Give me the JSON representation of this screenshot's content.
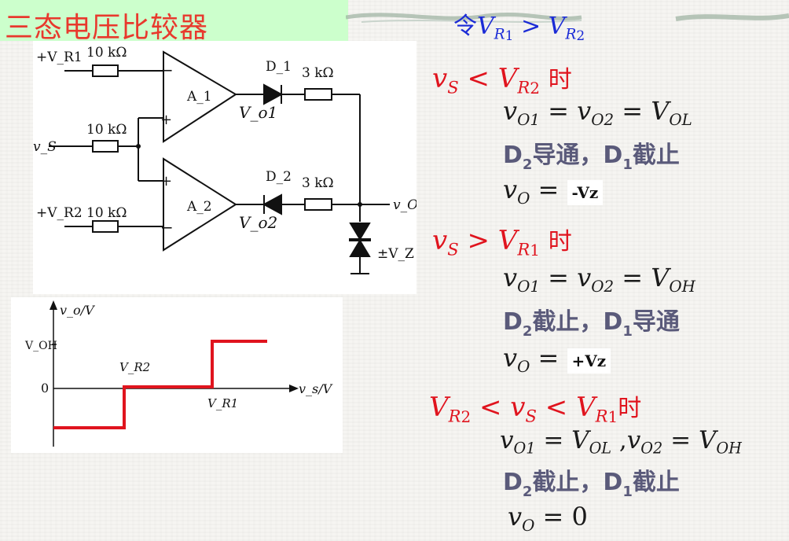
{
  "title": "三态电压比较器",
  "condition": "令V_R1 > V_R2",
  "circuit": {
    "vr1_label": "+V_R1",
    "vr2_label": "+V_R2",
    "vs_label": "v_S",
    "r_in1": "10 kΩ",
    "r_in2": "10 kΩ",
    "r_in3": "10 kΩ",
    "d1": "D_1",
    "d2": "D_2",
    "r_out1": "3 kΩ",
    "r_out2": "3 kΩ",
    "a1": "A_1",
    "a2": "A_2",
    "vo1": "V_o1",
    "vo2": "V_o2",
    "vo": "v_O",
    "vz": "±V_Z"
  },
  "graph": {
    "ylabel": "v_o/V",
    "xlabel": "v_s/V",
    "voh": "V_OH",
    "zero": "0",
    "vr2": "V_R2",
    "vr1": "V_R1"
  },
  "cases": [
    {
      "condition": "v_S < V_R2 时",
      "line1": "v_O1 = v_O2 = V_OL",
      "line2": "D2导通，D1截止",
      "output_prefix": "v_O =",
      "output_value": "-Vz"
    },
    {
      "condition": "v_S > V_R1 时",
      "line1": "v_O1 = v_O2 = V_OH",
      "line2": "D2截止，D1导通",
      "output_prefix": "v_O =",
      "output_value": "+Vz"
    },
    {
      "condition": "V_R2 < v_S < V_R1时",
      "line1": "v_O1 = V_OL ,v_O2 = V_OH",
      "line2": "D2截止，D1截止",
      "output": "v_O = 0"
    }
  ],
  "colors": {
    "title": "#e8392d",
    "condition_blue": "#1b2bd6",
    "case_red": "#e0141e",
    "state_gray": "#5a5a7a",
    "title_bg": "#ccffcc",
    "graph_red": "#e0141e"
  }
}
